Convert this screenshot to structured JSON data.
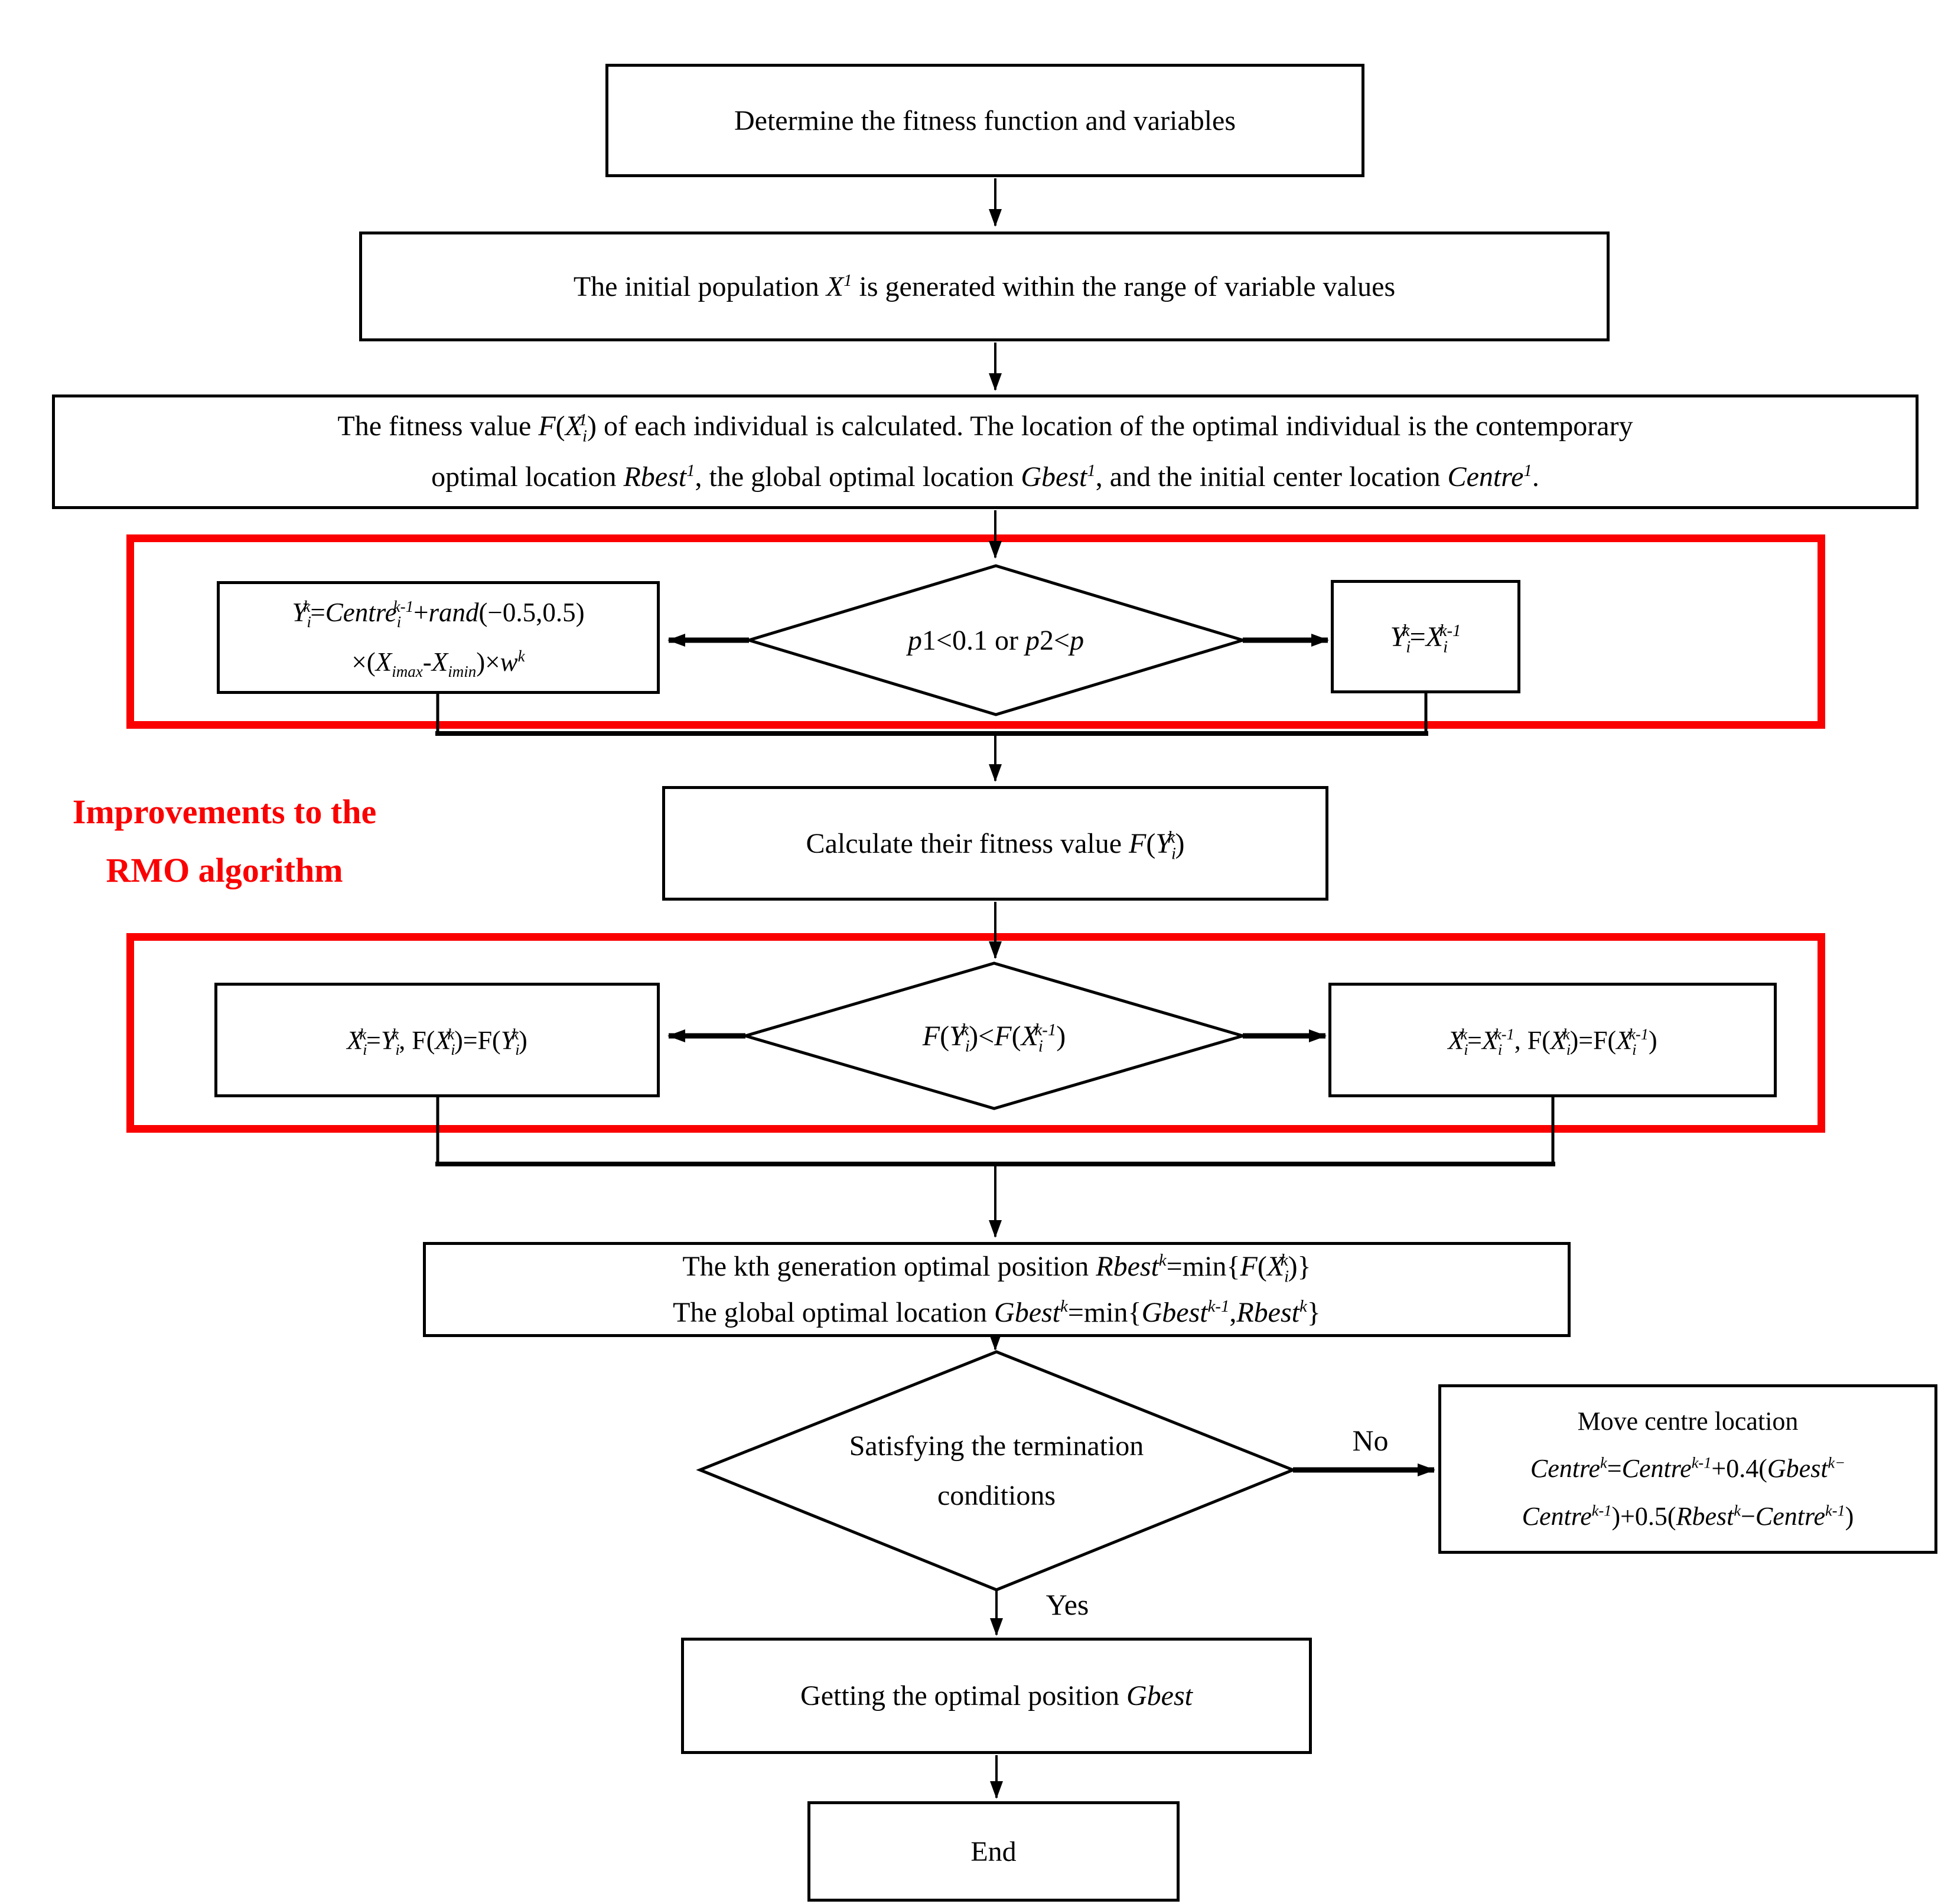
{
  "page": {
    "background": "#ffffff"
  },
  "colors": {
    "highlight_red": "#fa0000",
    "line_black": "#000000"
  },
  "annotation": {
    "line1": "Improvements to the",
    "line2": "RMO algorithm"
  },
  "labels": {
    "no": "No",
    "yes": "Yes"
  },
  "nodes": {
    "determine": {
      "text": "Determine the fitness function and variables"
    },
    "init_population": {
      "html": "The initial population <i>X</i><sup>1</sup> is generated within the range of variable values"
    },
    "fitness_init": {
      "line1_html": "The fitness value <i>F</i>(<i>X</i><sub>i</sub><sup>1</sup>) of each individual is calculated. The location of the optimal individual is the contemporary",
      "line2_html": "optimal location <i>Rbest</i><sup>1</sup>, the global optimal location <i>Gbest</i><sup>1</sup>, and the initial center location <i>Centre</i><sup>1</sup>."
    },
    "decision_p": {
      "html": "<i>p</i>1&lt;0.1 or <i>p</i>2&lt;<i>p</i>"
    },
    "y_random": {
      "line1_html": "<i>Y</i><sub>i</sub><sup>k</sup>=<i>Centre</i><sub>i</sub><sup>k-1</sup>+<i>rand</i>(−0.5,0.5)",
      "line2_html": "×(<i>X</i><sub>imax</sub>-<i>X</i><sub>imin</sub>)×<i>w</i><sup>k</sup>"
    },
    "y_keep": {
      "html": "<i>Y</i><sub>i</sub><sup>k</sup>=<i>X</i><sub>i</sub><sup>k-1</sup>"
    },
    "calc_fitness": {
      "html": "Calculate their fitness value <i>F</i>(<i>Y</i><sub>i</sub><sup>k</sup>)"
    },
    "decision_f": {
      "html": "<i>F</i>(<i>Y</i><sub>i</sub><sup>k</sup>)&lt;<i>F</i>(<i>X</i><sub>i</sub><sup>k-1</sup>)"
    },
    "x_accept": {
      "html": "<i>X</i><sub>i</sub><sup>k</sup>=<i>Y</i><sub>i</sub><sup>k</sup>, F(<i>X</i><sub>i</sub><sup>k</sup>)=F(<i>Y</i><sub>i</sub><sup>k</sup>)"
    },
    "x_keep": {
      "html": "<i>X</i><sub>i</sub><sup>k</sup>=<i>X</i><sub>i</sub><sup>k-1</sup>, F(<i>X</i><sub>i</sub><sup>k</sup>)=F(<i>X</i><sub>i</sub><sup>k-1</sup>)"
    },
    "generation_best": {
      "line1_html": "The kth generation optimal position <i>Rbest</i><sup>k</sup>=min{<i>F</i>(<i>X</i><sub>i</sub><sup>k</sup>)}",
      "line2_html": "The global optimal location <i>Gbest</i><sup>k</sup>=min{<i>Gbest</i><sup>k-1</sup>,<i>Rbest</i><sup>k</sup>}"
    },
    "decision_term": {
      "line1": "Satisfying the termination",
      "line2": "conditions"
    },
    "move_centre": {
      "line1": "Move centre location",
      "line2_html": "<i>Centre</i><sup>k</sup>=<i>Centre</i><sup>k-1</sup>+0.4(<i>Gbest</i><sup>k−</sup>",
      "line3_html": "<i>Centre</i><sup>k-1</sup>)+0.5(<i>Rbest</i><sup>k</sup>−<i>Centre</i><sup>k-1</sup>)"
    },
    "get_optimal": {
      "html": "Getting the optimal position <i>Gbest</i>"
    },
    "end": {
      "text": "End"
    }
  }
}
